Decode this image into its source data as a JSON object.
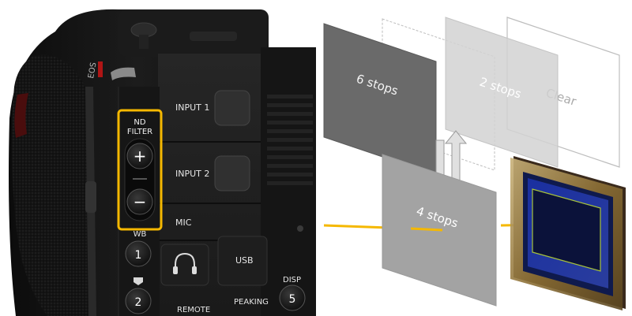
{
  "camera": {
    "brand_mark": "EOS",
    "nd_filter": {
      "label_line1": "ND",
      "label_line2": "FILTER",
      "plus": "+",
      "minus": "−"
    },
    "buttons": {
      "input1": "INPUT 1",
      "input2": "INPUT 2",
      "mic": "MIC",
      "wb": "WB",
      "btn1": "1",
      "btn2": "2",
      "usb": "USB",
      "remote": "REMOTE",
      "peaking": "PEAKING",
      "disp": "DISP",
      "btn5": "5"
    },
    "highlight_color": "#f5b800"
  },
  "diagram": {
    "filters": {
      "six": "6  stops",
      "two": "2  stops",
      "clear": "Clear",
      "four": "4  stops"
    },
    "light_color": "#f5b800",
    "sensor_color": "#2b3fa8"
  }
}
